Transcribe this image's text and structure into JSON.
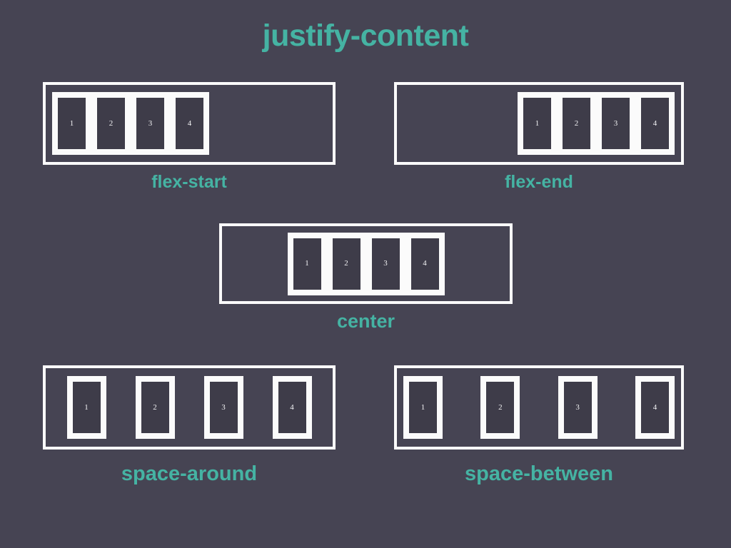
{
  "page": {
    "title": "justify-content",
    "background_color": "#464453",
    "accent_color": "#45b3a3",
    "border_color": "#fbfbfb",
    "box_fill_color": "#3e3c49"
  },
  "demos": [
    {
      "id": "flex-start",
      "caption": "flex-start",
      "justify_content": "flex-start",
      "boxes": [
        {
          "label": "1"
        },
        {
          "label": "2"
        },
        {
          "label": "3"
        },
        {
          "label": "4"
        }
      ]
    },
    {
      "id": "flex-end",
      "caption": "flex-end",
      "justify_content": "flex-end",
      "boxes": [
        {
          "label": "1"
        },
        {
          "label": "2"
        },
        {
          "label": "3"
        },
        {
          "label": "4"
        }
      ]
    },
    {
      "id": "center",
      "caption": "center",
      "justify_content": "center",
      "boxes": [
        {
          "label": "1"
        },
        {
          "label": "2"
        },
        {
          "label": "3"
        },
        {
          "label": "4"
        }
      ]
    },
    {
      "id": "space-around",
      "caption": "space-around",
      "justify_content": "space-around",
      "boxes": [
        {
          "label": "1"
        },
        {
          "label": "2"
        },
        {
          "label": "3"
        },
        {
          "label": "4"
        }
      ]
    },
    {
      "id": "space-between",
      "caption": "space-between",
      "justify_content": "space-between",
      "boxes": [
        {
          "label": "1"
        },
        {
          "label": "2"
        },
        {
          "label": "3"
        },
        {
          "label": "4"
        }
      ]
    }
  ]
}
